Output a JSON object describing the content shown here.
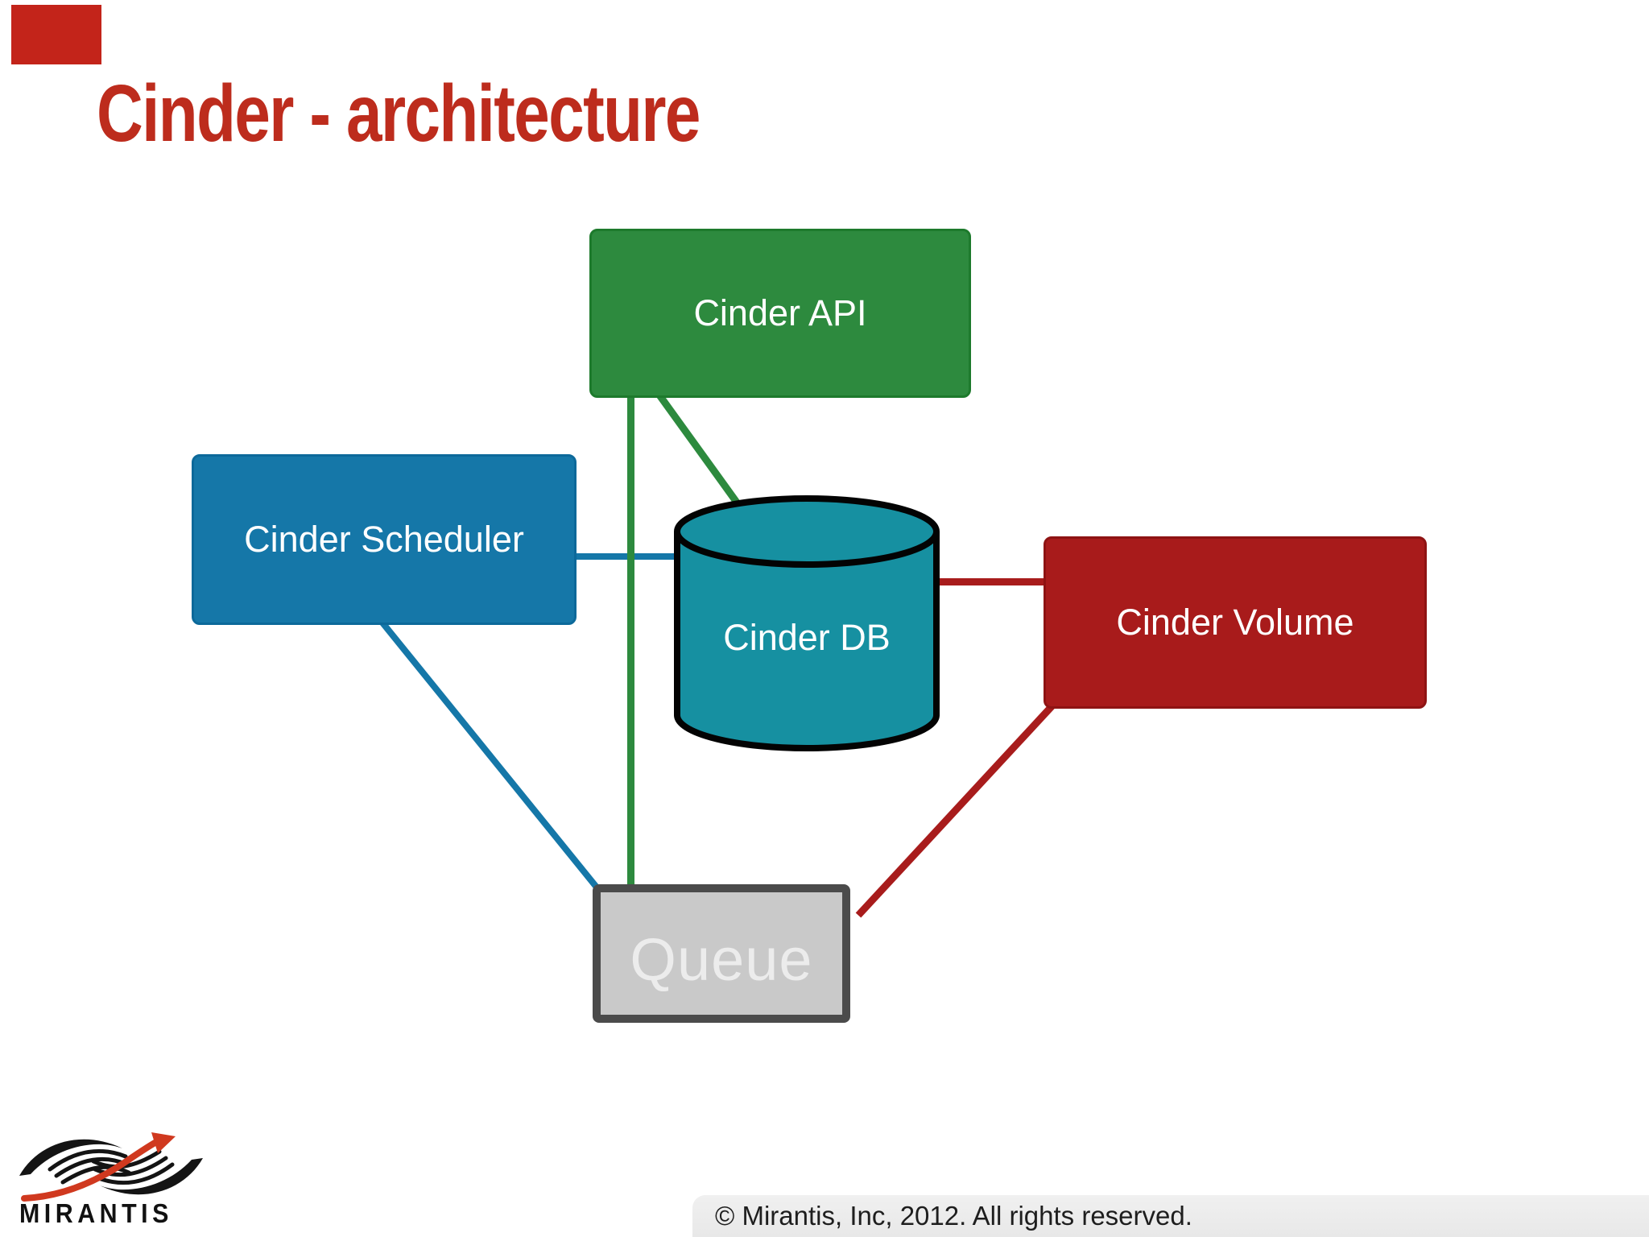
{
  "slide": {
    "title": "Cinder - architecture",
    "title_color": "#bd2c1d",
    "background": "#ffffff",
    "corner_marker_color": "#c3241a"
  },
  "diagram": {
    "nodes": [
      {
        "id": "cinder-api",
        "label": "Cinder API",
        "shape": "rectangle",
        "fill": "#2d8a3e",
        "text_color": "#ffffff"
      },
      {
        "id": "cinder-scheduler",
        "label": "Cinder Scheduler",
        "shape": "rectangle",
        "fill": "#1577a8",
        "text_color": "#ffffff"
      },
      {
        "id": "cinder-db",
        "label": "Cinder DB",
        "shape": "cylinder",
        "fill": "#1690a1",
        "outline": "#000000",
        "text_color": "#ffffff"
      },
      {
        "id": "cinder-volume",
        "label": "Cinder Volume",
        "shape": "rectangle",
        "fill": "#a81b1b",
        "text_color": "#ffffff"
      },
      {
        "id": "queue",
        "label": "Queue",
        "shape": "rectangle",
        "fill": "#c9c9c9",
        "outline": "#4b4b4b",
        "text_color": "#ececec"
      }
    ],
    "edges": [
      {
        "from": "cinder-api",
        "to": "queue",
        "color": "#2d8a3e"
      },
      {
        "from": "cinder-api",
        "to": "cinder-db",
        "color": "#2d8a3e"
      },
      {
        "from": "cinder-scheduler",
        "to": "cinder-db",
        "color": "#1577a8"
      },
      {
        "from": "cinder-scheduler",
        "to": "queue",
        "color": "#1577a8"
      },
      {
        "from": "cinder-db",
        "to": "cinder-volume",
        "color": "#a81c1c"
      },
      {
        "from": "cinder-volume",
        "to": "queue",
        "color": "#a81c1c"
      }
    ]
  },
  "footer": {
    "logo_text": "MIRANTIS",
    "copyright": "© Mirantis, Inc, 2012. All rights reserved."
  }
}
